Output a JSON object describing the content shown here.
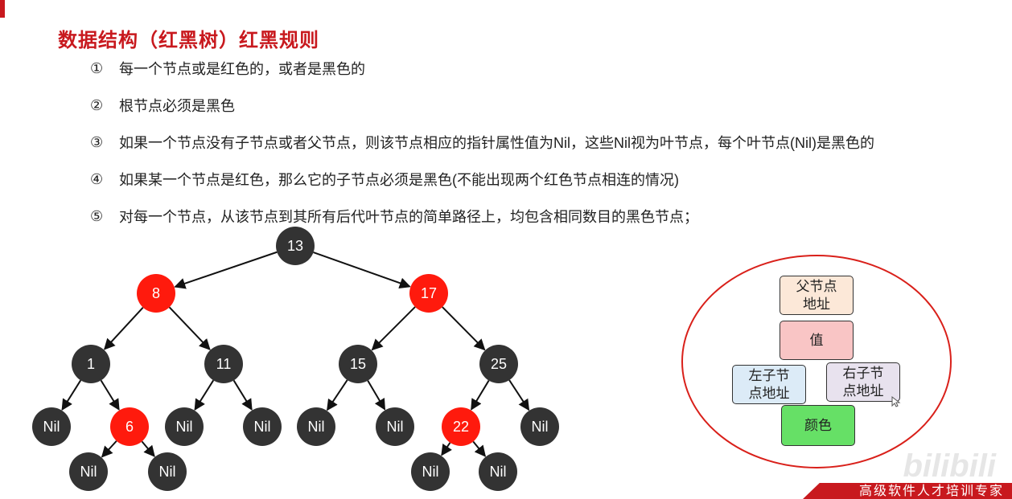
{
  "title": "数据结构（红黑树）红黑规则",
  "rules": [
    {
      "num": "①",
      "text": "每一个节点或是红色的，或者是黑色的"
    },
    {
      "num": "②",
      "text": "根节点必须是黑色"
    },
    {
      "num": "③",
      "text": "如果一个节点没有子节点或者父节点，则该节点相应的指针属性值为Nil，这些Nil视为叶节点，每个叶节点(Nil)是黑色的"
    },
    {
      "num": "④",
      "text": "如果某一个节点是红色，那么它的子节点必须是黑色(不能出现两个红色节点相连的情况)"
    },
    {
      "num": "⑤",
      "text": "对每一个节点，从该节点到其所有后代叶节点的简单路径上，均包含相同数目的黑色节点；"
    }
  ],
  "colors": {
    "red": "#ff1a0d",
    "black": "#333333",
    "accent": "#c8191e",
    "parent_box": "#fce8d8",
    "value_box": "#f9c5c5",
    "left_box": "#dcebf7",
    "right_box": "#e8e2ee",
    "color_box": "#66e066"
  },
  "tree": {
    "nodes": [
      {
        "id": "n13",
        "label": "13",
        "color": "black"
      },
      {
        "id": "n8",
        "label": "8",
        "color": "red"
      },
      {
        "id": "n17",
        "label": "17",
        "color": "red"
      },
      {
        "id": "n1",
        "label": "1",
        "color": "black"
      },
      {
        "id": "n11",
        "label": "11",
        "color": "black"
      },
      {
        "id": "n15",
        "label": "15",
        "color": "black"
      },
      {
        "id": "n25",
        "label": "25",
        "color": "black"
      },
      {
        "id": "nil1",
        "label": "Nil",
        "color": "black"
      },
      {
        "id": "n6",
        "label": "6",
        "color": "red"
      },
      {
        "id": "nil2",
        "label": "Nil",
        "color": "black"
      },
      {
        "id": "nil3",
        "label": "Nil",
        "color": "black"
      },
      {
        "id": "nil4",
        "label": "Nil",
        "color": "black"
      },
      {
        "id": "nil5",
        "label": "Nil",
        "color": "black"
      },
      {
        "id": "n22",
        "label": "22",
        "color": "red"
      },
      {
        "id": "nil6",
        "label": "Nil",
        "color": "black"
      },
      {
        "id": "nil7",
        "label": "Nil",
        "color": "black"
      },
      {
        "id": "nil8",
        "label": "Nil",
        "color": "black"
      },
      {
        "id": "nil9",
        "label": "Nil",
        "color": "black"
      },
      {
        "id": "nil10",
        "label": "Nil",
        "color": "black"
      }
    ],
    "edges": [
      [
        "n13",
        "n8"
      ],
      [
        "n13",
        "n17"
      ],
      [
        "n8",
        "n1"
      ],
      [
        "n8",
        "n11"
      ],
      [
        "n17",
        "n15"
      ],
      [
        "n17",
        "n25"
      ],
      [
        "n1",
        "nil1"
      ],
      [
        "n1",
        "n6"
      ],
      [
        "n11",
        "nil2"
      ],
      [
        "n11",
        "nil3"
      ],
      [
        "n15",
        "nil4"
      ],
      [
        "n15",
        "nil5"
      ],
      [
        "n25",
        "n22"
      ],
      [
        "n25",
        "nil6"
      ],
      [
        "n6",
        "nil7"
      ],
      [
        "n6",
        "nil8"
      ],
      [
        "n22",
        "nil9"
      ],
      [
        "n22",
        "nil10"
      ]
    ]
  },
  "node_structure": {
    "parent": "父节点\n地址",
    "value": "值",
    "left": "左子节\n点地址",
    "right": "右子节\n点地址",
    "color": "颜色"
  },
  "footer": {
    "banner": "高级软件人才培训专家",
    "watermark": "bilibili"
  }
}
